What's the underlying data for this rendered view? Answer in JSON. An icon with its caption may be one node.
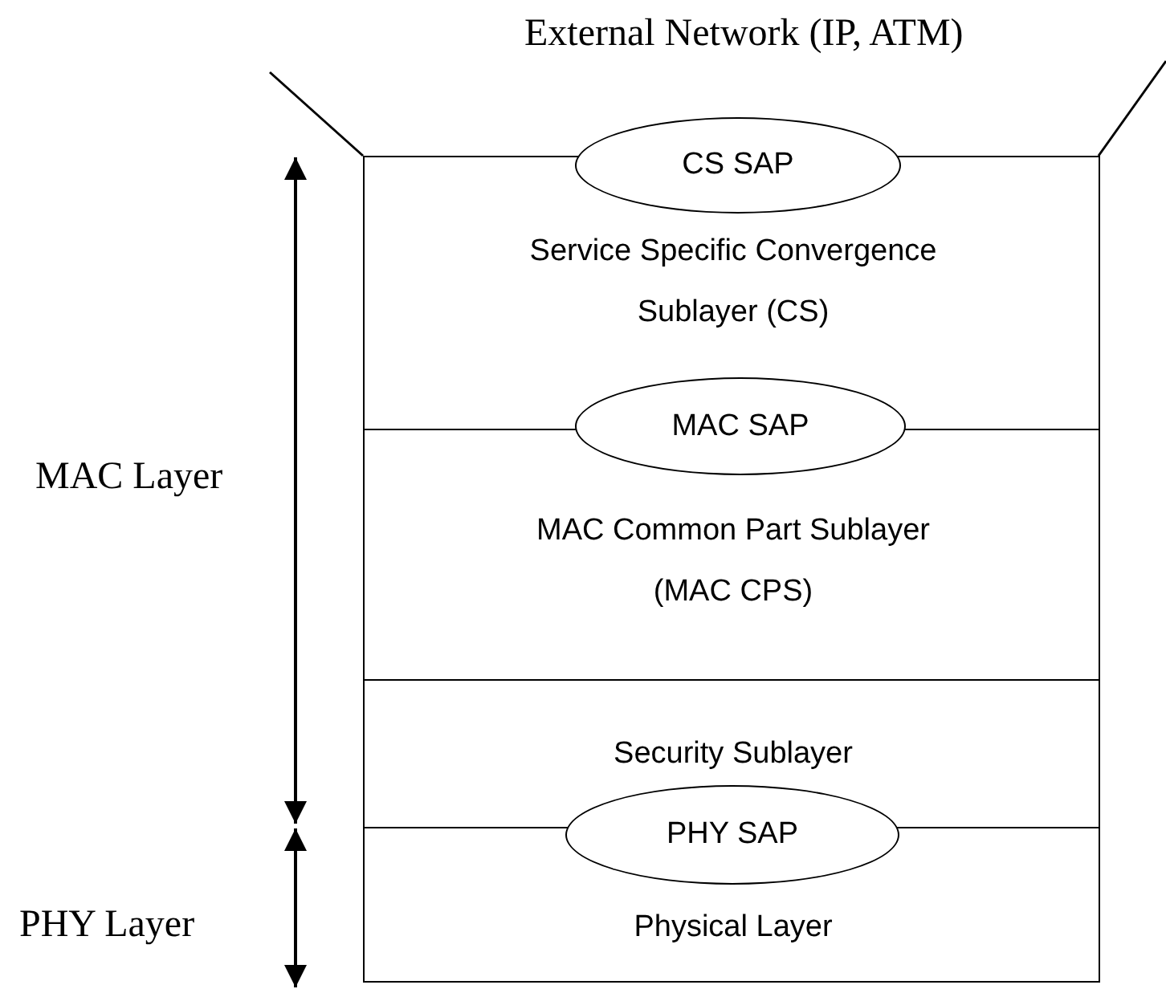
{
  "diagram": {
    "nodes": [
      {
        "text": [
          "CS SAP"
        ]
      },
      {
        "text": [
          "Service Specific Convergence Sublayer (CS)"
        ]
      },
      {
        "text": [
          "MAC SAP"
        ]
      },
      {
        "text": [
          "MAC Common Part Sublayer (MAC CPS)"
        ]
      },
      {
        "text": [
          "Security Sublayer"
        ]
      },
      {
        "text": [
          "PHY SAP"
        ]
      },
      {
        "text": [
          "Physical Layer"
        ]
      }
    ],
    "edges": [],
    "labels": [
      "External Network (IP, ATM)",
      "MAC Layer",
      "PHY Layer"
    ]
  }
}
